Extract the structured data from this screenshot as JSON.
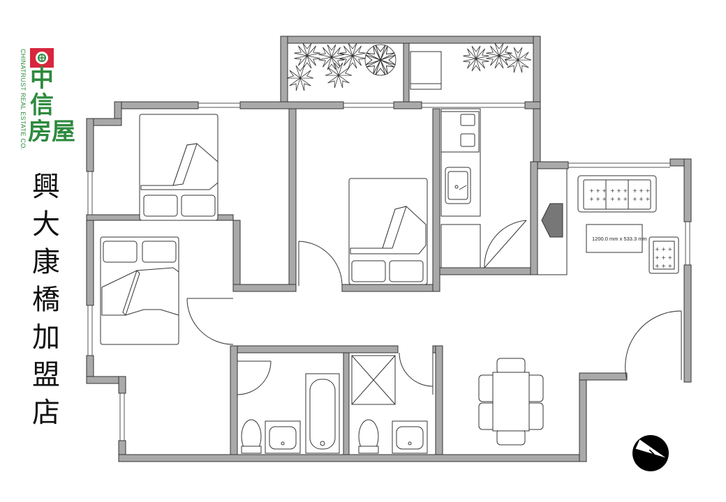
{
  "logo": {
    "english": "CHINATRUST REAL ESTATE CO.",
    "chinese_line1": "中",
    "chinese_line2": "信",
    "chinese_line3": "房屋",
    "brand_color": "#2d8a3e",
    "emblem_color": "#d7263d"
  },
  "store_name": "興大康橋加盟店",
  "furniture_label": "1200.0 mm x 533.3 mm",
  "north_symbol": "N",
  "colors": {
    "wall_fill": "#a9a9a9",
    "wall_stroke": "#333333",
    "furniture_stroke": "#444444"
  }
}
